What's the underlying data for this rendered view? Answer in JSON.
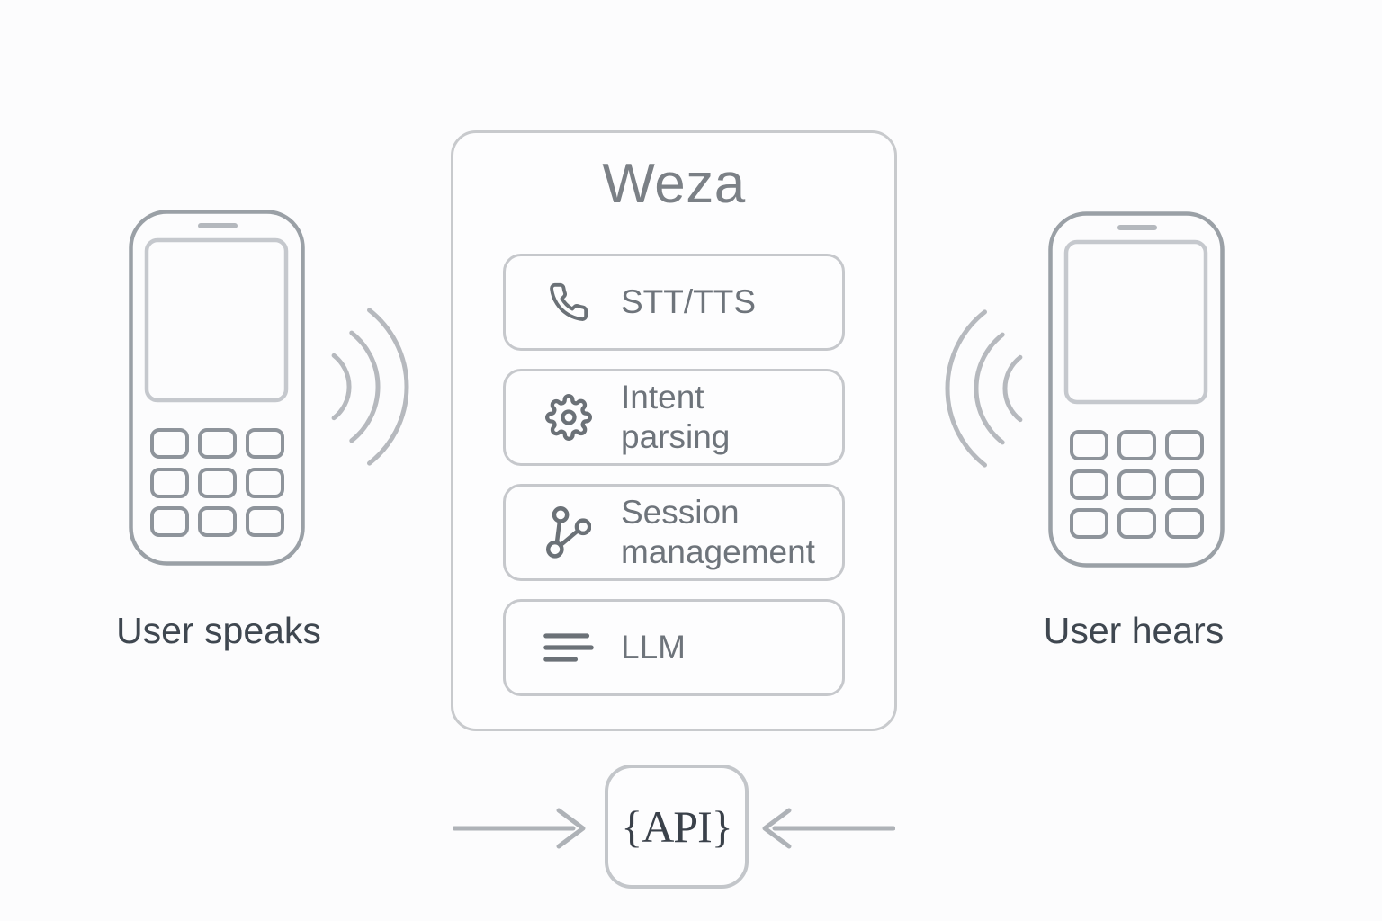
{
  "title": "Weza",
  "modules": [
    {
      "icon": "phone-handset-icon",
      "line1": "STT/TTS"
    },
    {
      "icon": "gear-icon",
      "line1": "Intent",
      "line2": "parsing"
    },
    {
      "icon": "network-nodes-icon",
      "line1": "Session",
      "line2": "management"
    },
    {
      "icon": "text-lines-icon",
      "line1": "LLM"
    }
  ],
  "phones": {
    "left": {
      "label": "User speaks"
    },
    "right": {
      "label": "User hears"
    }
  },
  "api": {
    "label": "{API}"
  },
  "colors": {
    "background": "#fcfcfd",
    "container_border": "#c8cacd",
    "module_border": "#c6c8cc",
    "phone_outline": "#9aa0a6",
    "phone_screen_outline": "#c5c8cd",
    "phone_keys": "#8e949b",
    "sound_waves": "#b6b9be",
    "icon_stroke": "#6b7177",
    "module_text": "#6e747b",
    "title_text": "#7b8086",
    "label_text": "#3f4750",
    "api_text": "#3a414a",
    "arrow": "#aeb2b7"
  }
}
